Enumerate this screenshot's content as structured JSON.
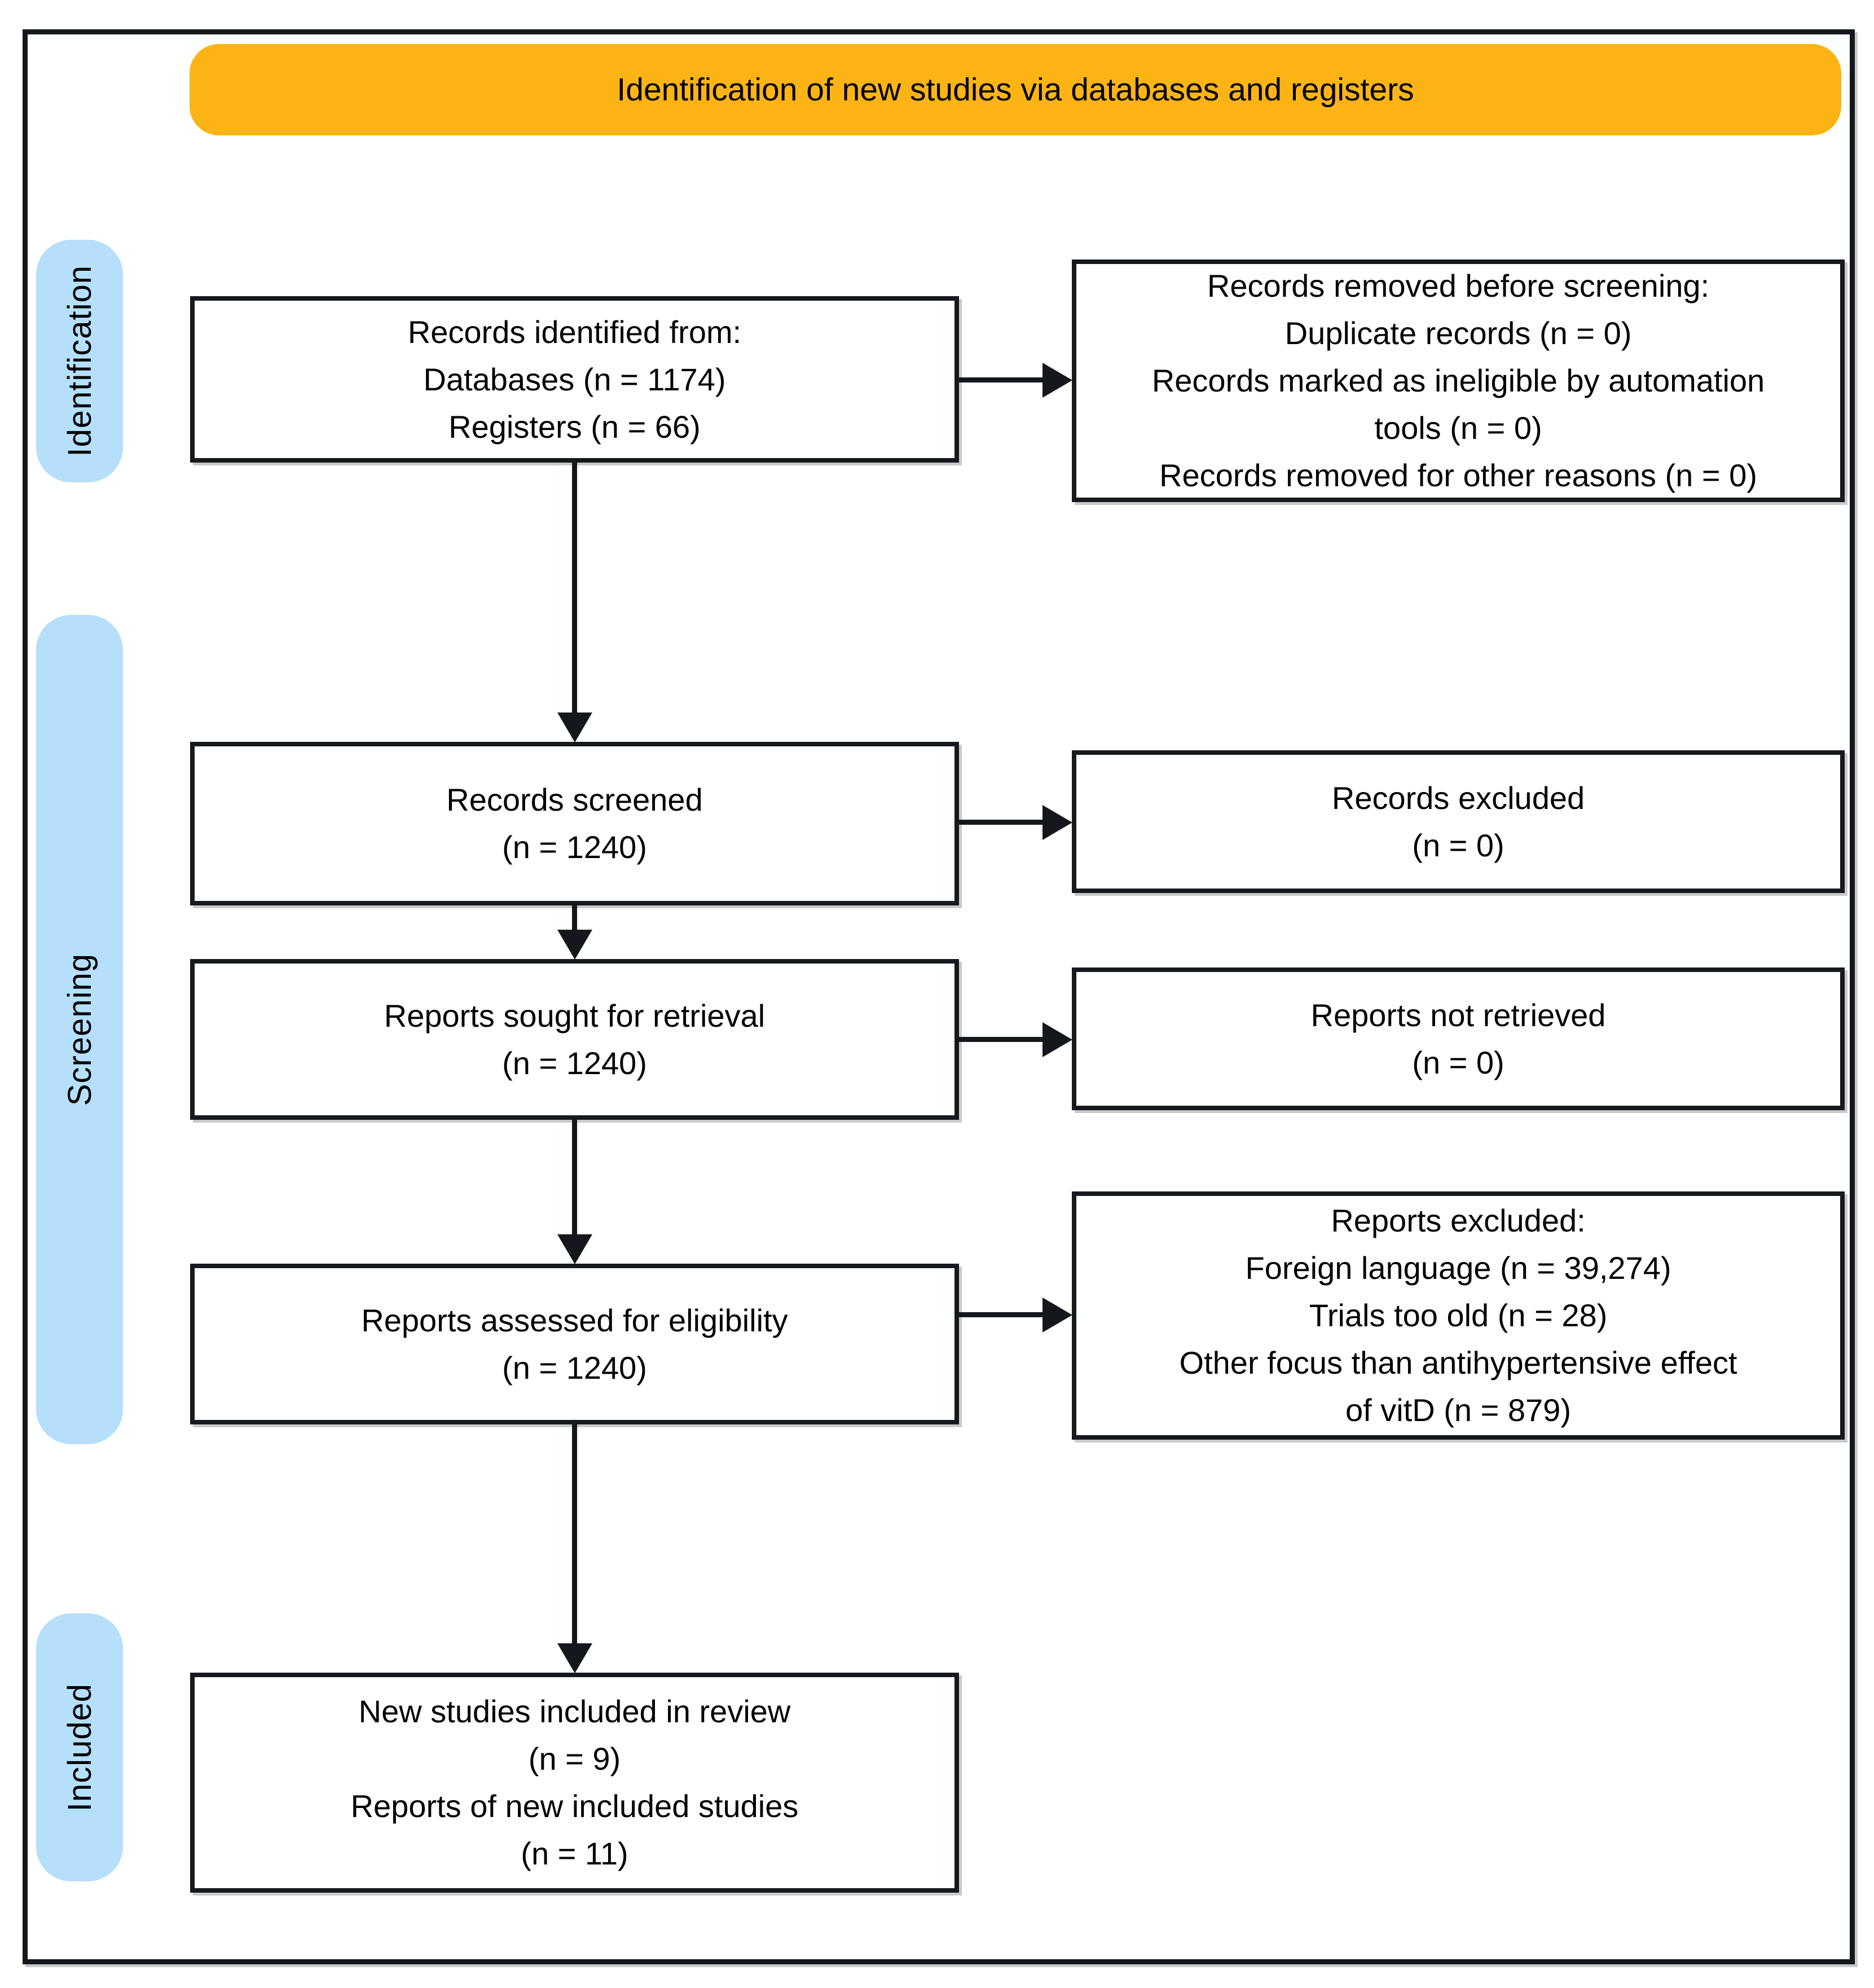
{
  "title": "Identification of new studies via databases and registers",
  "colors": {
    "header_bg": "#FCB415",
    "stage_bg": "#B5DFFB",
    "box_border": "#16191D",
    "arrow": "#14181D"
  },
  "stages": [
    {
      "label": "Identification"
    },
    {
      "label": "Screening"
    },
    {
      "label": "Included"
    }
  ],
  "main_boxes": [
    {
      "id": "records-identified",
      "lines": [
        "Records identified from:",
        "Databases (n = 1174)",
        "Registers (n = 66)"
      ]
    },
    {
      "id": "records-screened",
      "lines": [
        "Records screened",
        "(n = 1240)"
      ]
    },
    {
      "id": "reports-sought",
      "lines": [
        "Reports sought for retrieval",
        "(n = 1240)"
      ]
    },
    {
      "id": "reports-assessed",
      "lines": [
        "Reports assessed for eligibility",
        "(n = 1240)"
      ]
    },
    {
      "id": "new-studies-included",
      "lines": [
        "New studies included in review",
        "(n = 9)",
        "Reports of new included studies",
        "(n = 11)"
      ]
    }
  ],
  "side_boxes": [
    {
      "id": "records-removed-before-screening",
      "lines": [
        "Records removed before screening:",
        "Duplicate records (n = 0)",
        "Records marked as ineligible by automation tools (n = 0)",
        "Records removed for other reasons (n = 0)"
      ]
    },
    {
      "id": "records-excluded",
      "lines": [
        "Records excluded",
        "(n = 0)"
      ]
    },
    {
      "id": "reports-not-retrieved",
      "lines": [
        "Reports not retrieved",
        "(n = 0)"
      ]
    },
    {
      "id": "reports-excluded",
      "lines": [
        "Reports excluded:",
        "Foreign language (n = 39,274)",
        "Trials too old (n = 28)",
        "Other focus than antihypertensive effect of vitD (n = 879)"
      ]
    }
  ]
}
